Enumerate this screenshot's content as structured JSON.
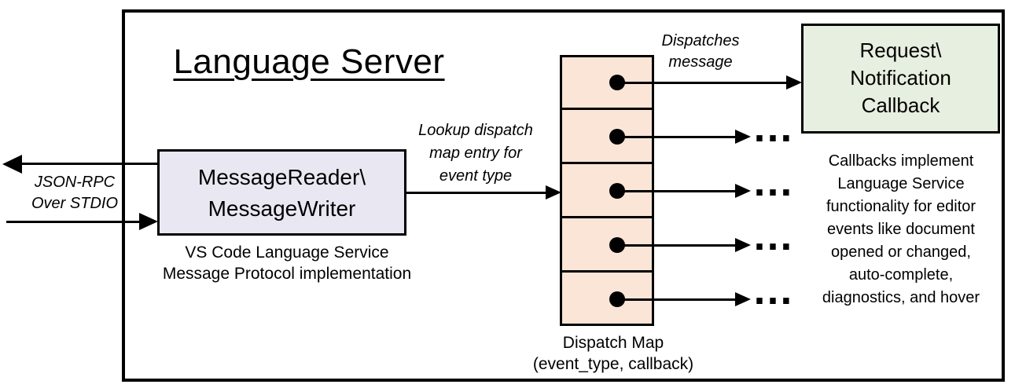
{
  "diagram": {
    "title": "Language Server",
    "io_label": "JSON-RPC\nOver STDIO",
    "reader": {
      "label": "MessageReader\\\nMessageWriter",
      "caption": "VS Code Language Service\nMessage Protocol implementation"
    },
    "lookup_label": "Lookup dispatch\nmap entry for\nevent type",
    "dispatches_label": "Dispatches\nmessage",
    "dispatch_map": {
      "caption": "Dispatch Map\n(event_type, callback)",
      "cell_count": 5,
      "ellipsis": "..."
    },
    "callback": {
      "label": "Request\\\nNotification\nCallback",
      "caption": "Callbacks implement\nLanguage Service\nfunctionality for editor\nevents like document\nopened or changed,\nauto-complete,\ndiagnostics, and hover"
    },
    "colors": {
      "reader_fill": "#E9E8F2",
      "map_fill": "#FBE5D6",
      "callback_fill": "#E7EFE0",
      "stroke": "#000000"
    }
  }
}
